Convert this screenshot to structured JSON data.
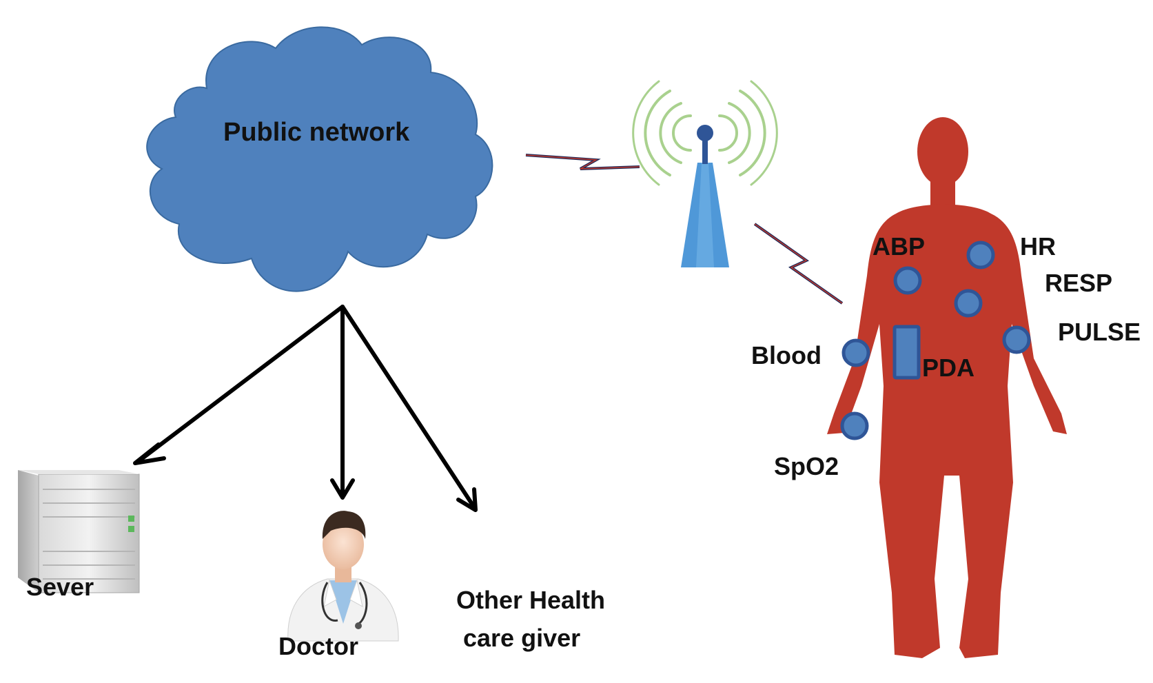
{
  "cloud": {
    "label": "Public network"
  },
  "endpoints": {
    "server": {
      "label": "Sever",
      "icon": "server-icon"
    },
    "doctor": {
      "label": "Doctor",
      "icon": "doctor-icon"
    },
    "caregiver": {
      "line1": "Other Health",
      "line2": "care giver"
    }
  },
  "tower": {
    "icon": "antenna-tower-icon"
  },
  "body": {
    "icon": "human-body-icon",
    "sensors": {
      "abp": "ABP",
      "hr": "HR",
      "resp": "RESP",
      "pulse": "PULSE",
      "blood": "Blood",
      "pda": "PDA",
      "spo2": "SpO2"
    }
  },
  "colors": {
    "cloud_fill": "#4f81bd",
    "cloud_stroke": "#3a6aa0",
    "tower_blue": "#4f98d8",
    "signal_green": "#a9d18e",
    "body_red": "#c0392b",
    "sensor_fill": "#4f81bd",
    "sensor_stroke": "#2f5597",
    "arrow": "#000000"
  }
}
